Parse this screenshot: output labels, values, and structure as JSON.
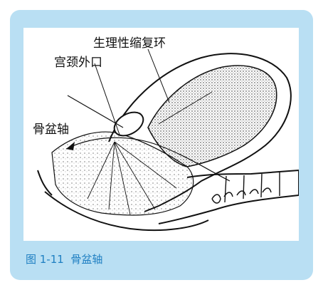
{
  "figure": {
    "labels": {
      "retraction_ring": "生理性缩复环",
      "external_os": "宫颈外口",
      "pelvic_axis": "骨盆轴"
    },
    "caption": {
      "number": "图 1-11",
      "title": "骨盆轴"
    }
  },
  "colors": {
    "frame": "#b9dff3",
    "caption_text": "#1f7fc2",
    "ink": "#111111"
  }
}
